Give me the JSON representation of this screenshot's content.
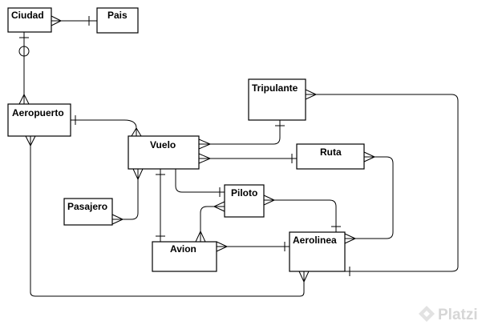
{
  "entities": {
    "ciudad": "Ciudad",
    "pais": "Pais",
    "aeropuerto": "Aeropuerto",
    "tripulante": "Tripulante",
    "vuelo": "Vuelo",
    "ruta": "Ruta",
    "pasajero": "Pasajero",
    "piloto": "Piloto",
    "avion": "Avion",
    "aerolinea": "Aerolinea"
  },
  "watermark": "Platzi",
  "colors": {
    "line": "#000000",
    "watermark": "#d6d6d6"
  }
}
